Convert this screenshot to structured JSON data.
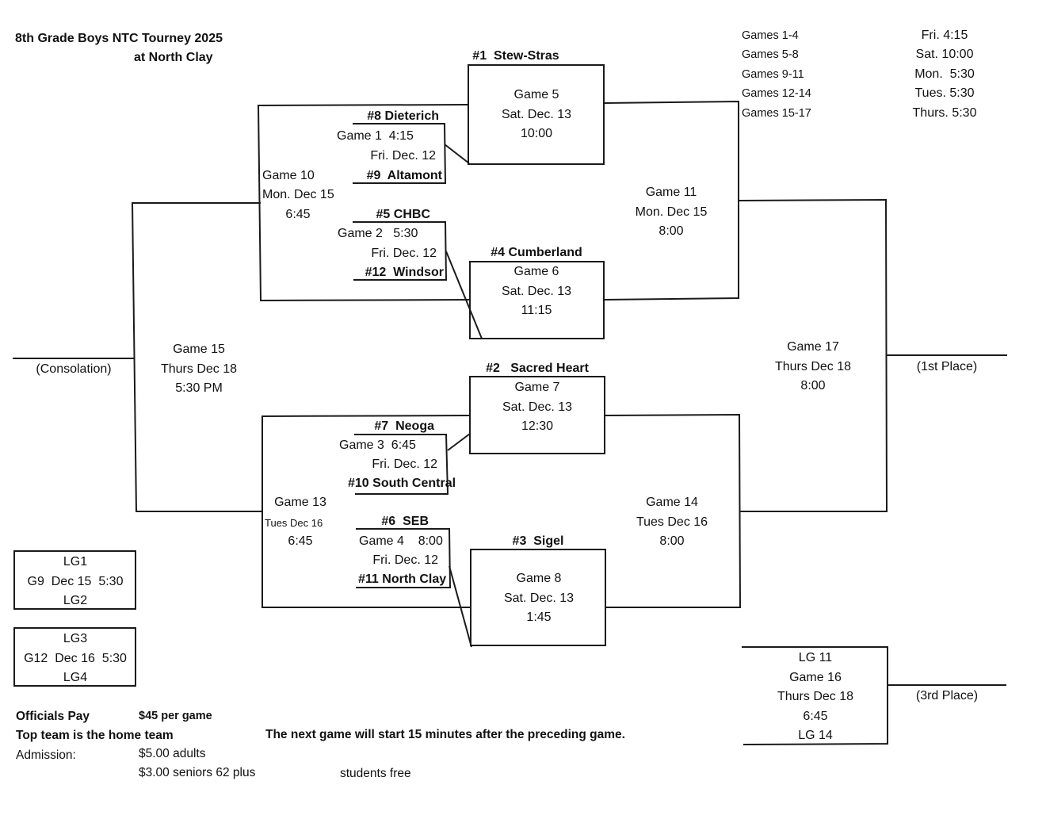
{
  "header": {
    "title": "8th Grade Boys NTC Tourney 2025",
    "subtitle": "at North Clay"
  },
  "schedule": [
    {
      "games": "Games 1-4",
      "time": "Fri. 4:15"
    },
    {
      "games": "Games 5-8",
      "time": "Sat. 10:00"
    },
    {
      "games": "Games 9-11",
      "time": "Mon.  5:30"
    },
    {
      "games": "Games 12-14",
      "time": "Tues. 5:30"
    },
    {
      "games": "Games 15-17",
      "time": "Thurs. 5:30"
    }
  ],
  "first_round": [
    {
      "top": "#8 Dieterich",
      "game": "Game 1  4:15",
      "date": "Fri. Dec. 12",
      "bottom": "#9  Altamont"
    },
    {
      "top": "#5 CHBC",
      "game": "Game 2   5:30",
      "date": "Fri. Dec. 12",
      "bottom": "#12  Windsor"
    },
    {
      "top": "#7  Neoga",
      "game": "Game 3  6:45",
      "date": "Fri. Dec. 12",
      "bottom": "#10 South Central"
    },
    {
      "top": "#6  SEB",
      "game": "Game 4    8:00",
      "date": "Fri. Dec. 12",
      "bottom": "#11 North Clay"
    }
  ],
  "second_round": [
    {
      "seed": "#1  Stew-Stras",
      "game": "Game 5",
      "date": "Sat. Dec. 13",
      "time": "10:00"
    },
    {
      "seed": "#4 Cumberland",
      "game": "Game 6",
      "date": "Sat. Dec. 13",
      "time": "11:15"
    },
    {
      "seed": "#2   Sacred Heart",
      "game": "Game 7",
      "date": "Sat. Dec. 13",
      "time": "12:30"
    },
    {
      "seed": "#3  Sigel",
      "game": "Game 8",
      "date": "Sat. Dec. 13",
      "time": "1:45"
    }
  ],
  "consolation_semis": [
    {
      "game": "Game 10",
      "date": "Mon. Dec 15",
      "time": "6:45"
    },
    {
      "game": "Game 13",
      "date": "Tues Dec 16",
      "time": "6:45"
    }
  ],
  "semis": [
    {
      "game": "Game 11",
      "date": "Mon. Dec 15",
      "time": "8:00"
    },
    {
      "game": "Game 14",
      "date": "Tues Dec 16",
      "time": "8:00"
    }
  ],
  "consolation_final": {
    "game": "Game 15",
    "date": "Thurs Dec 18",
    "time": "5:30 PM",
    "label": "(Consolation)"
  },
  "championship": {
    "game": "Game 17",
    "date": "Thurs Dec 18",
    "time": "8:00",
    "label": "(1st Place)"
  },
  "third_place": {
    "top": "LG 11",
    "game": "Game 16",
    "date": "Thurs Dec 18",
    "time": "6:45",
    "bottom": "LG 14",
    "label": "(3rd Place)"
  },
  "loser_games": [
    {
      "top": "LG1",
      "middle": "G9  Dec 15  5:30",
      "bottom": "LG2"
    },
    {
      "top": "LG3",
      "middle": "G12  Dec 16  5:30",
      "bottom": "LG4"
    }
  ],
  "footer": {
    "officials_label": "Officials Pay",
    "officials_value": "$45 per game",
    "home_team_note": "Top team is the home team",
    "next_game_note": "The next game will start 15 minutes after the preceding game.",
    "admission_label": "Admission:",
    "admission_adults": "$5.00 adults",
    "admission_seniors": "$3.00 seniors 62 plus",
    "admission_students": "students free"
  }
}
